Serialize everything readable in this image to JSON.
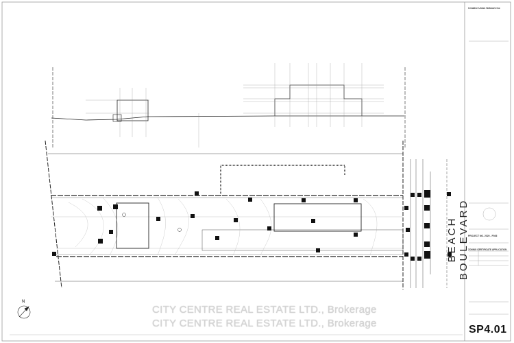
{
  "title_block": {
    "company": "Creative Union Network Inc",
    "project": "PROJECT NO. 2020 - P026",
    "drawing_type": "ZONING CERTIFICATE APPLICATION",
    "sheet_number": "SP4.01"
  },
  "plan": {
    "street_name": "BEACH BOULEVARD"
  },
  "watermark": {
    "line1": "CITY CENTRE REAL ESTATE LTD., Brokerage",
    "line2": "CITY CENTRE REAL ESTATE LTD., Brokerage"
  },
  "north_arrow": {
    "label": "N"
  },
  "colors": {
    "line": "#222222",
    "watermark": "#d4d4d4"
  }
}
